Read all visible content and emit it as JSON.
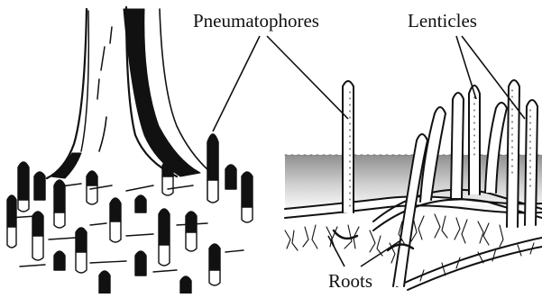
{
  "diagram": {
    "labels": {
      "pneumatophores": "Pneumatophores",
      "lenticels": "Lenticles",
      "roots": "Roots"
    }
  },
  "colors": {
    "ink": "#111111",
    "soil_top": "#8f8f8f",
    "soil_bottom": "#ffffff"
  }
}
